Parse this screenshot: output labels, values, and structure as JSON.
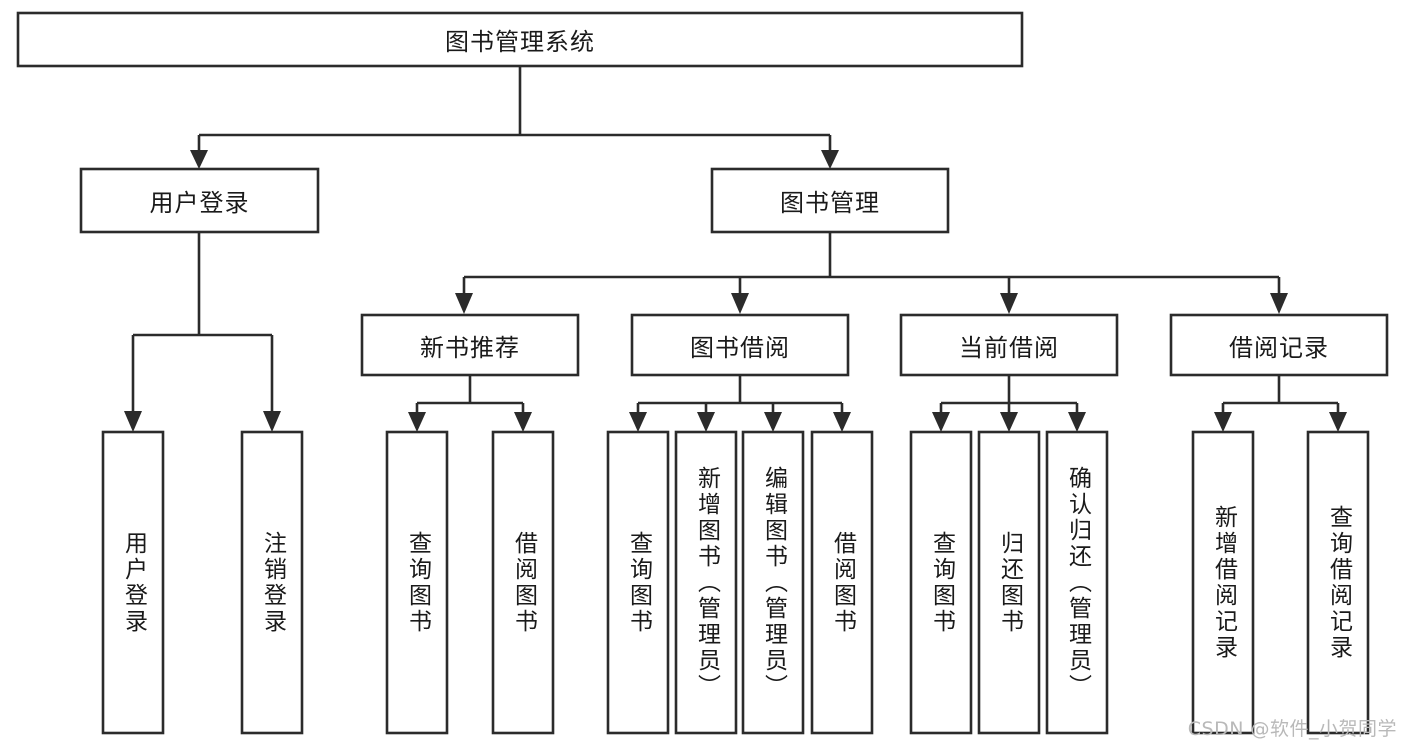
{
  "diagram": {
    "type": "hierarchy-tree",
    "title": "图书管理系统",
    "watermark": "CSDN @软件_小贺同学",
    "colors": {
      "box_stroke": "#2b2b2b",
      "box_fill": "#ffffff",
      "text": "#1a1a1a",
      "background": "#ffffff",
      "watermark": "#b9b9b9"
    },
    "root": {
      "label": "图书管理系统",
      "orientation": "horizontal"
    },
    "level2": [
      {
        "label": "用户登录",
        "orientation": "horizontal"
      },
      {
        "label": "图书管理",
        "orientation": "horizontal"
      }
    ],
    "level3": [
      {
        "label": "新书推荐",
        "orientation": "horizontal"
      },
      {
        "label": "图书借阅",
        "orientation": "horizontal"
      },
      {
        "label": "当前借阅",
        "orientation": "horizontal"
      },
      {
        "label": "借阅记录",
        "orientation": "horizontal"
      }
    ],
    "leaves": {
      "user_login": [
        {
          "label": "用户登录",
          "orientation": "vertical"
        },
        {
          "label": "注销登录",
          "orientation": "vertical"
        }
      ],
      "new_book_recommend": [
        {
          "label": "查询图书",
          "orientation": "vertical"
        },
        {
          "label": "借阅图书",
          "orientation": "vertical"
        }
      ],
      "book_borrow": [
        {
          "label": "查询图书",
          "orientation": "vertical"
        },
        {
          "label": "新增图书（管理员）",
          "orientation": "vertical"
        },
        {
          "label": "编辑图书（管理员）",
          "orientation": "vertical"
        },
        {
          "label": "借阅图书",
          "orientation": "vertical"
        }
      ],
      "current_borrow": [
        {
          "label": "查询图书",
          "orientation": "vertical"
        },
        {
          "label": "归还图书",
          "orientation": "vertical"
        },
        {
          "label": "确认归还（管理员）",
          "orientation": "vertical"
        }
      ],
      "borrow_records": [
        {
          "label": "新增借阅记录",
          "orientation": "vertical"
        },
        {
          "label": "查询借阅记录",
          "orientation": "vertical"
        }
      ]
    }
  }
}
